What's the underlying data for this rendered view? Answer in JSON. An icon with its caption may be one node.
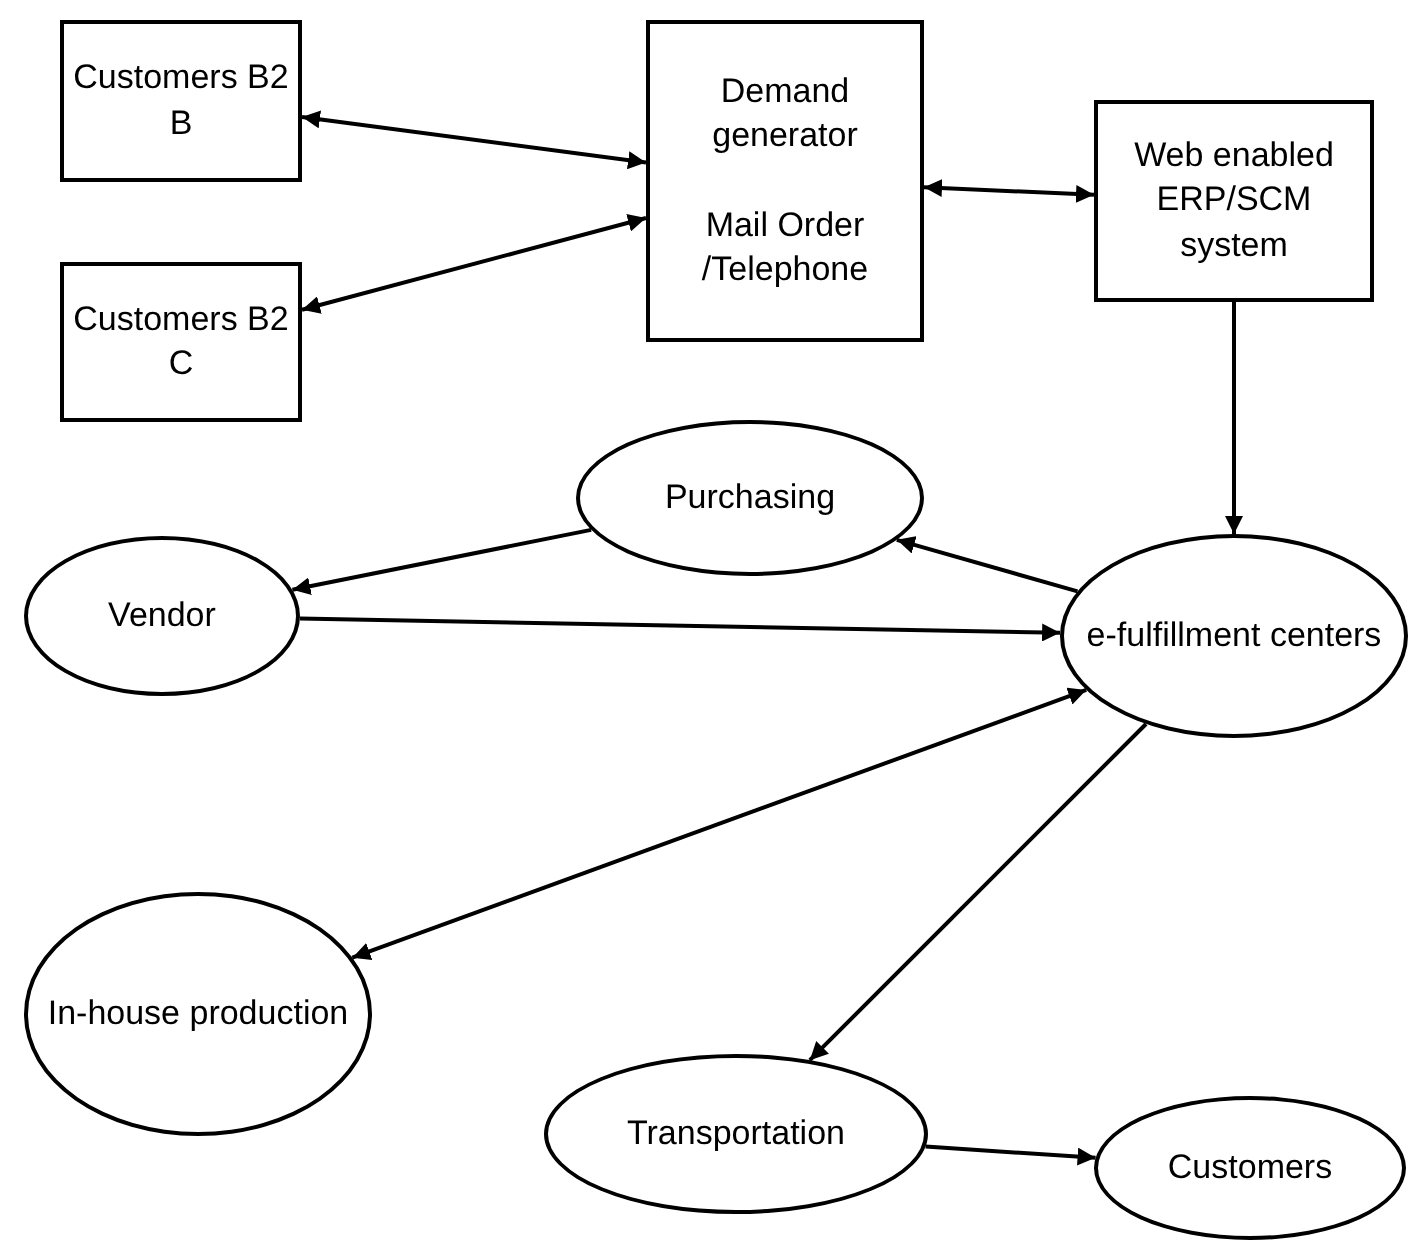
{
  "diagram": {
    "nodes": [
      {
        "text": [
          "Customers B2 B"
        ]
      },
      {
        "text": [
          "Customers B2 C"
        ]
      },
      {
        "text": [
          "Demand generator",
          "Mail Order /Telephone"
        ]
      },
      {
        "text": [
          "Web enabled ERP/SCM system"
        ]
      },
      {
        "text": [
          "Purchasing"
        ]
      },
      {
        "text": [
          "Vendor"
        ]
      },
      {
        "text": [
          "e-fulfillment centers"
        ]
      },
      {
        "text": [
          "In-house production"
        ]
      },
      {
        "text": [
          "Transportation"
        ]
      },
      {
        "text": [
          "Customers"
        ]
      }
    ],
    "edges": [
      {
        "from": 0,
        "to": 2,
        "arrow": "both"
      },
      {
        "from": 1,
        "to": 2,
        "arrow": "both"
      },
      {
        "from": 2,
        "to": 3,
        "arrow": "both"
      },
      {
        "from": 3,
        "to": 6,
        "arrow": "to"
      },
      {
        "from": 4,
        "to": 5,
        "arrow": "to"
      },
      {
        "from": 6,
        "to": 4,
        "arrow": "to"
      },
      {
        "from": 5,
        "to": 6,
        "arrow": "to"
      },
      {
        "from": 7,
        "to": 6,
        "arrow": "both"
      },
      {
        "from": 6,
        "to": 8,
        "arrow": "to"
      },
      {
        "from": 8,
        "to": 9,
        "arrow": "to"
      }
    ]
  }
}
